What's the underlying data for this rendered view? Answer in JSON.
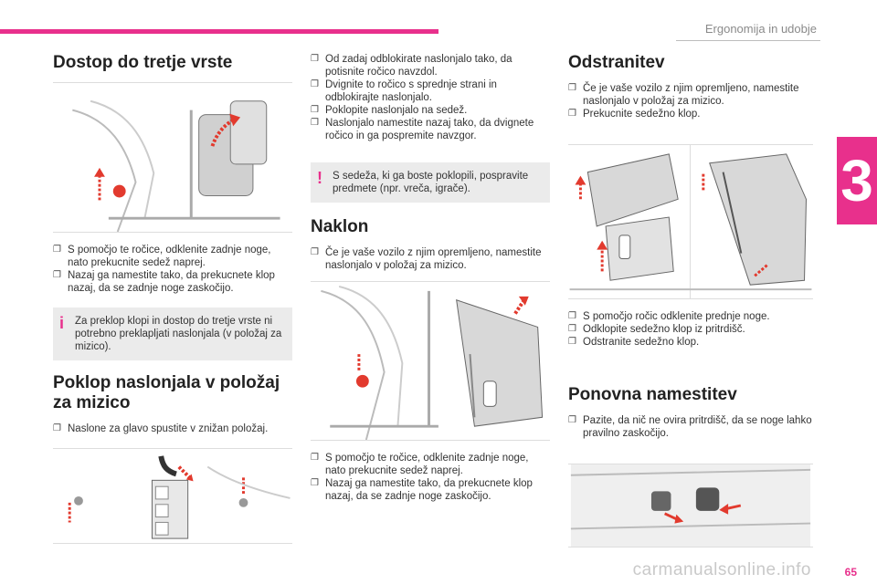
{
  "header": {
    "chapter_title": "Ergonomija in udobje",
    "chapter_number": "3",
    "page_number": "65"
  },
  "watermark": "carmanualsonline.info",
  "col1": {
    "section1_title": "Dostop do tretje vrste",
    "section1_bullets": [
      "S pomočjo te ročice, odklenite zadnje noge, nato prekucnite sedež naprej.",
      "Nazaj ga namestite tako, da prekucnete klop nazaj, da se zadnje noge zaskočijo."
    ],
    "info_note": "Za preklop klopi in dostop do tretje vrste ni potrebno preklapljati naslonjala (v položaj za mizico).",
    "section2_title": "Poklop naslonjala v položaj za mizico",
    "section2_bullets": [
      "Naslone za glavo spustite v znižan položaj."
    ]
  },
  "col2": {
    "top_bullets": [
      "Od zadaj odblokirate naslonjalo tako, da potisnite ročico navzdol.",
      "Dvignite to ročico s sprednje strani in odblokirajte naslonjalo.",
      "Poklopite naslonjalo na sedež.",
      "Naslonjalo namestite nazaj tako, da dvignete ročico in ga pospremite navzgor."
    ],
    "warn_note": "S sedeža, ki ga boste poklopili, pospravite predmete (npr. vreča, igrače).",
    "section_title": "Naklon",
    "section_bullets": [
      "Če je vaše vozilo z njim opremljeno, namestite naslonjalo v položaj za mizico."
    ],
    "bottom_bullets": [
      "S pomočjo te ročice, odklenite zadnje noge, nato prekucnite sedež naprej.",
      "Nazaj ga namestite tako, da prekucnete klop nazaj, da se zadnje noge zaskočijo."
    ]
  },
  "col3": {
    "section1_title": "Odstranitev",
    "section1_bullets": [
      "Če je vaše vozilo z njim opremljeno, namestite naslonjalo v položaj za mizico.",
      "Prekucnite sedežno klop."
    ],
    "mid_bullets": [
      "S pomočjo ročic odklenite prednje noge.",
      "Odklopite sedežno klop iz pritrdišč.",
      "Odstranite sedežno klop."
    ],
    "section2_title": "Ponovna namestitev",
    "section2_bullets": [
      "Pazite, da nič ne ovira pritrdišč, da se noge lahko pravilno zaskočijo."
    ]
  },
  "colors": {
    "accent": "#e8308c",
    "arrow_red": "#e23a2e",
    "note_bg": "#ebebeb"
  }
}
